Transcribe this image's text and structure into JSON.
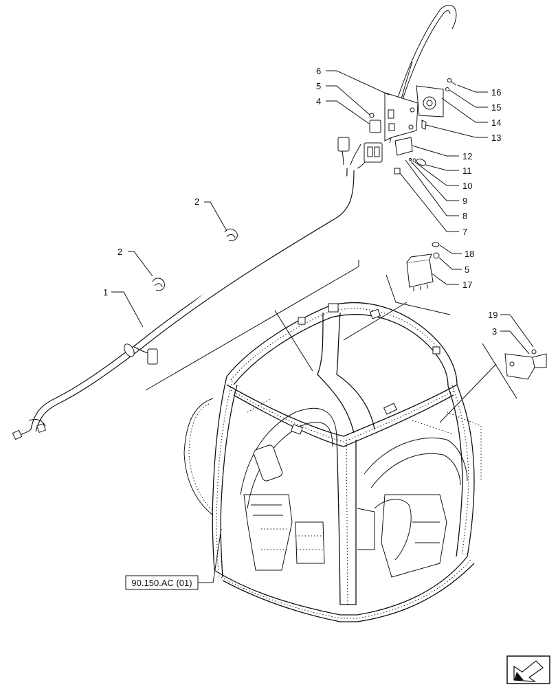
{
  "callouts": [
    "1",
    "2",
    "2",
    "3",
    "4",
    "5",
    "5",
    "6",
    "7",
    "8",
    "9",
    "10",
    "11",
    "12",
    "13",
    "14",
    "15",
    "16",
    "17",
    "18",
    "19"
  ],
  "reference_box": "90.150.AC (01)",
  "icons": {
    "nav_arrow": "previous-page-arrow-icon"
  }
}
